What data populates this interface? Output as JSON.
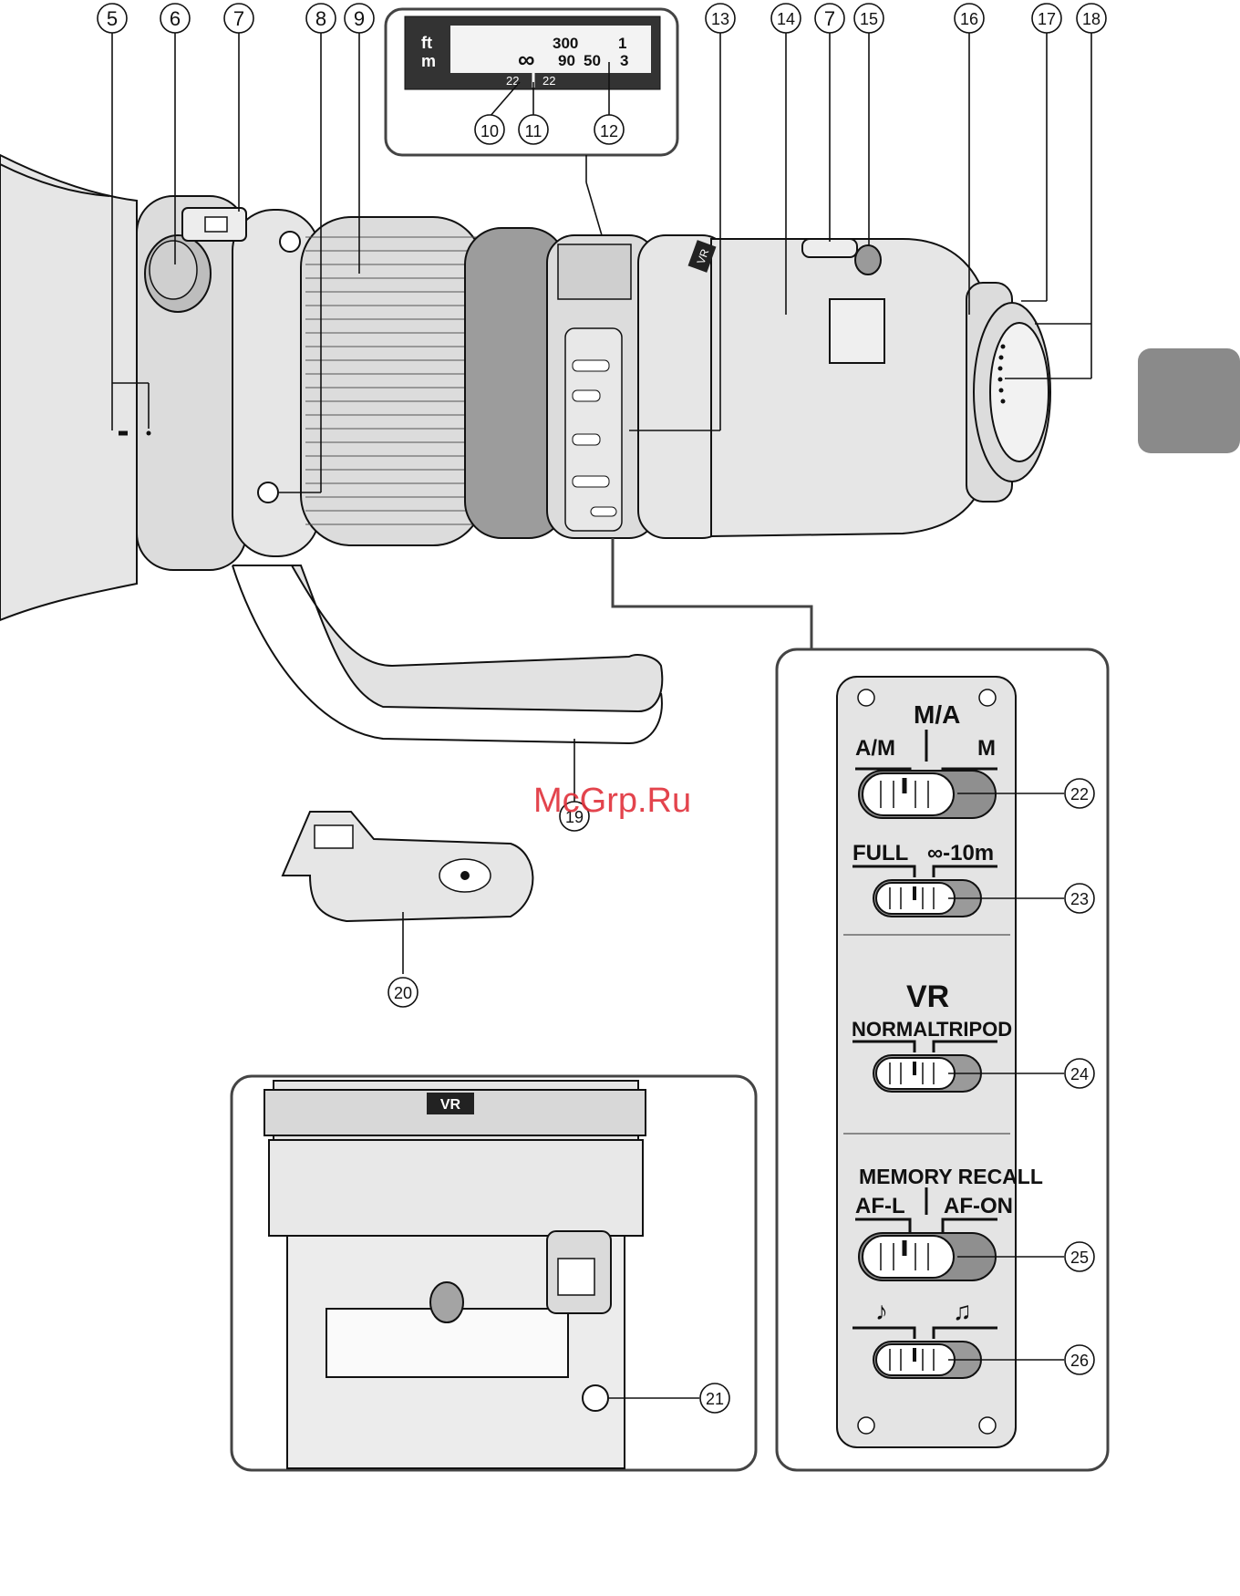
{
  "callouts": {
    "c5": "5",
    "c6": "6",
    "c7a": "7",
    "c8": "8",
    "c9": "9",
    "c10": "10",
    "c11": "11",
    "c12": "12",
    "c13": "13",
    "c14": "14",
    "c7b": "7",
    "c15": "15",
    "c16": "16",
    "c17": "17",
    "c18": "18",
    "c19": "19",
    "c20": "20",
    "c21": "21",
    "c22": "22",
    "c23": "23",
    "c24": "24",
    "c25": "25",
    "c26": "26"
  },
  "distance_scale": {
    "unit_ft": "ft",
    "unit_m": "m",
    "ft_value": "300",
    "ft_value_cut": "1",
    "m_value_1": "90",
    "m_value_2": "50",
    "m_value_cut": "3",
    "infinity": "∞",
    "dof_left": "22",
    "dof_right": "22"
  },
  "switch_panel": {
    "focus_mode_center": "M/A",
    "focus_mode_left": "A/M",
    "focus_mode_right": "M",
    "limit_left": "FULL",
    "limit_right": "∞-10m",
    "vr_title": "VR",
    "vr_left": "NORMAL",
    "vr_right": "TRIPOD",
    "memory_title": "MEMORY RECALL",
    "memory_left": "AF-L",
    "memory_right": "AF-ON",
    "sound_left": "♪",
    "sound_right": "♫"
  },
  "inset_vr_badge": "VR",
  "barrel_vr_badge": "VR",
  "watermark": "McGrp.Ru",
  "colors": {
    "body": "#dcdcdc",
    "tab": "#8a8a8a",
    "watermark": "#e0303a"
  }
}
